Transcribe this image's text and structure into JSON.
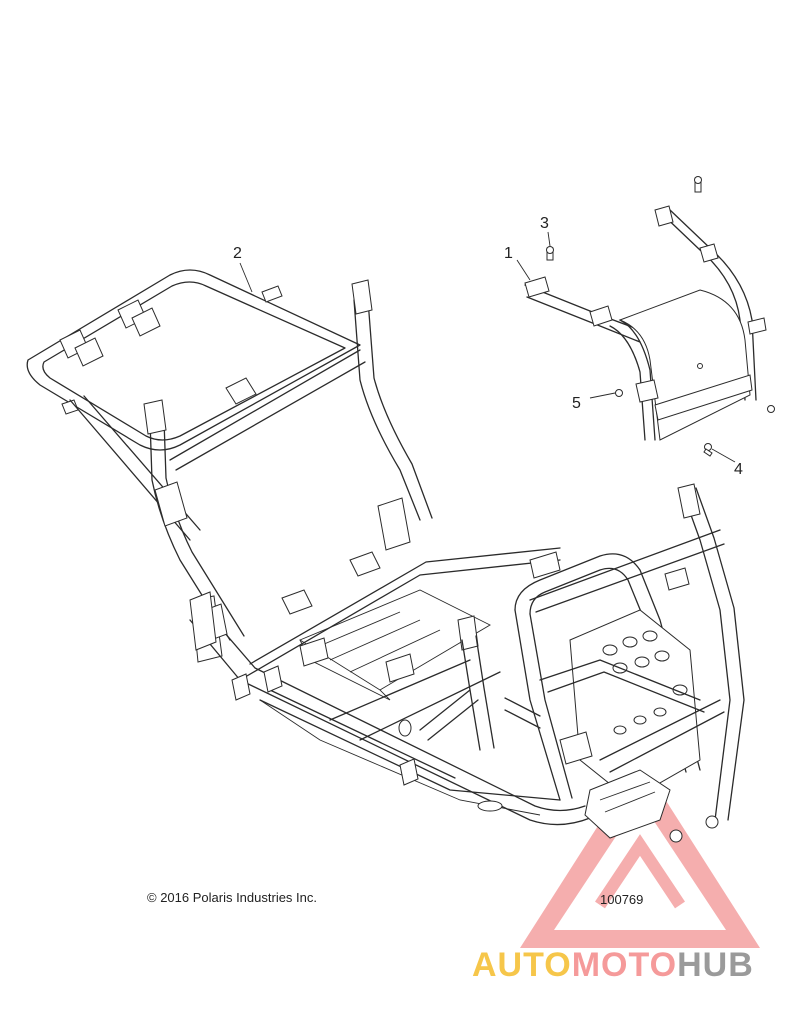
{
  "diagram": {
    "callouts": [
      {
        "id": "1",
        "label": "1"
      },
      {
        "id": "2",
        "label": "2"
      },
      {
        "id": "3",
        "label": "3"
      },
      {
        "id": "4",
        "label": "4"
      },
      {
        "id": "5",
        "label": "5"
      }
    ],
    "copyright": "© 2016 Polaris Industries Inc.",
    "reference_number": "100769"
  },
  "watermark": {
    "brand_part1": "AUTO",
    "brand_part2": "MOTO",
    "brand_part3": "HUB",
    "colors": {
      "triangle": "#f4a0a0",
      "auto": "#f6c64a",
      "moto": "#f59a9a",
      "hub": "#9a9a9a"
    }
  }
}
